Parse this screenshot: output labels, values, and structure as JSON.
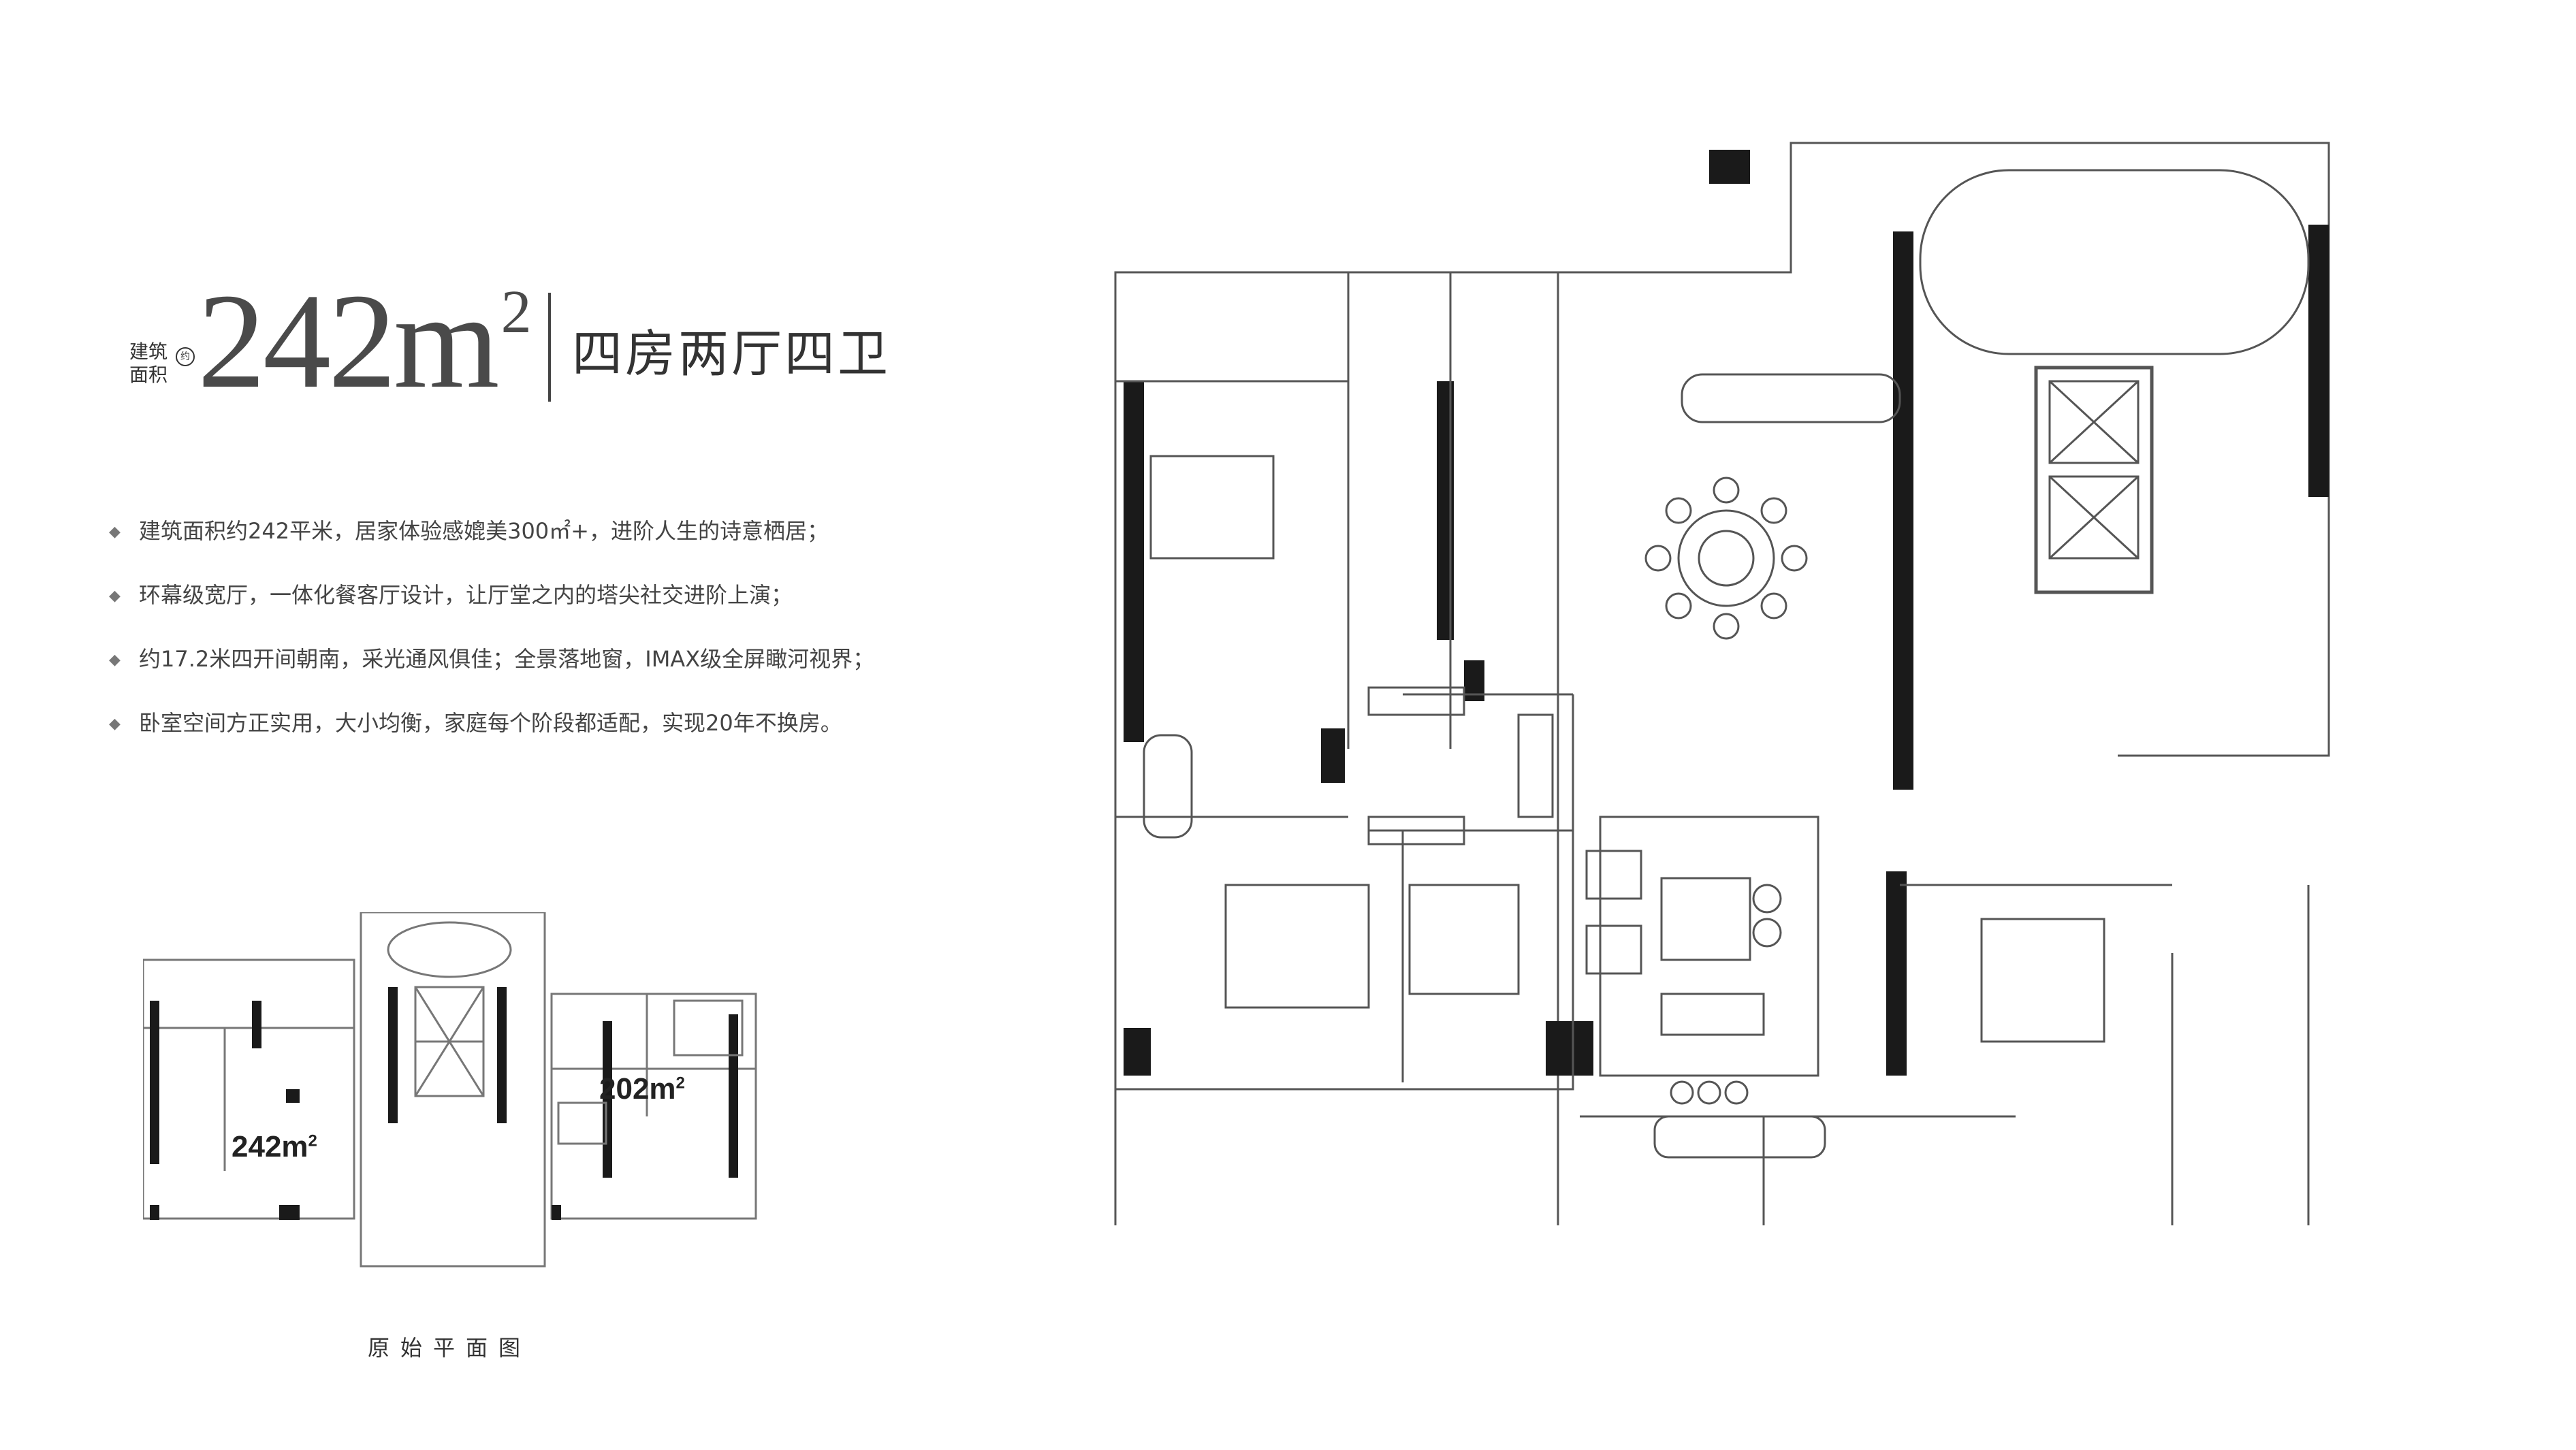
{
  "header": {
    "area_caption": "建筑面积",
    "area_mark": "约",
    "area_number": "242m",
    "area_sup": "2",
    "layout_title": "四房两厅四卫"
  },
  "features": [
    "建筑面积约242平米，居家体验感媲美300㎡+，进阶人生的诗意栖居；",
    "环幕级宽厅，一体化餐客厅设计，让厅堂之内的塔尖社交进阶上演；",
    "约17.2米四开间朝南，采光通风俱佳；全景落地窗，IMAX级全屏瞰河视界；",
    "卧室空间方正实用，大小均衡，家庭每个阶段都适配，实现20年不换房。"
  ],
  "bullet_symbol": "◆",
  "mini_plan": {
    "left_unit": "242m",
    "right_unit": "202m",
    "unit_sup": "2",
    "caption": "原始平面图"
  },
  "colors": {
    "wall": "#1a1a1a",
    "line": "#555555",
    "text": "#333333"
  }
}
